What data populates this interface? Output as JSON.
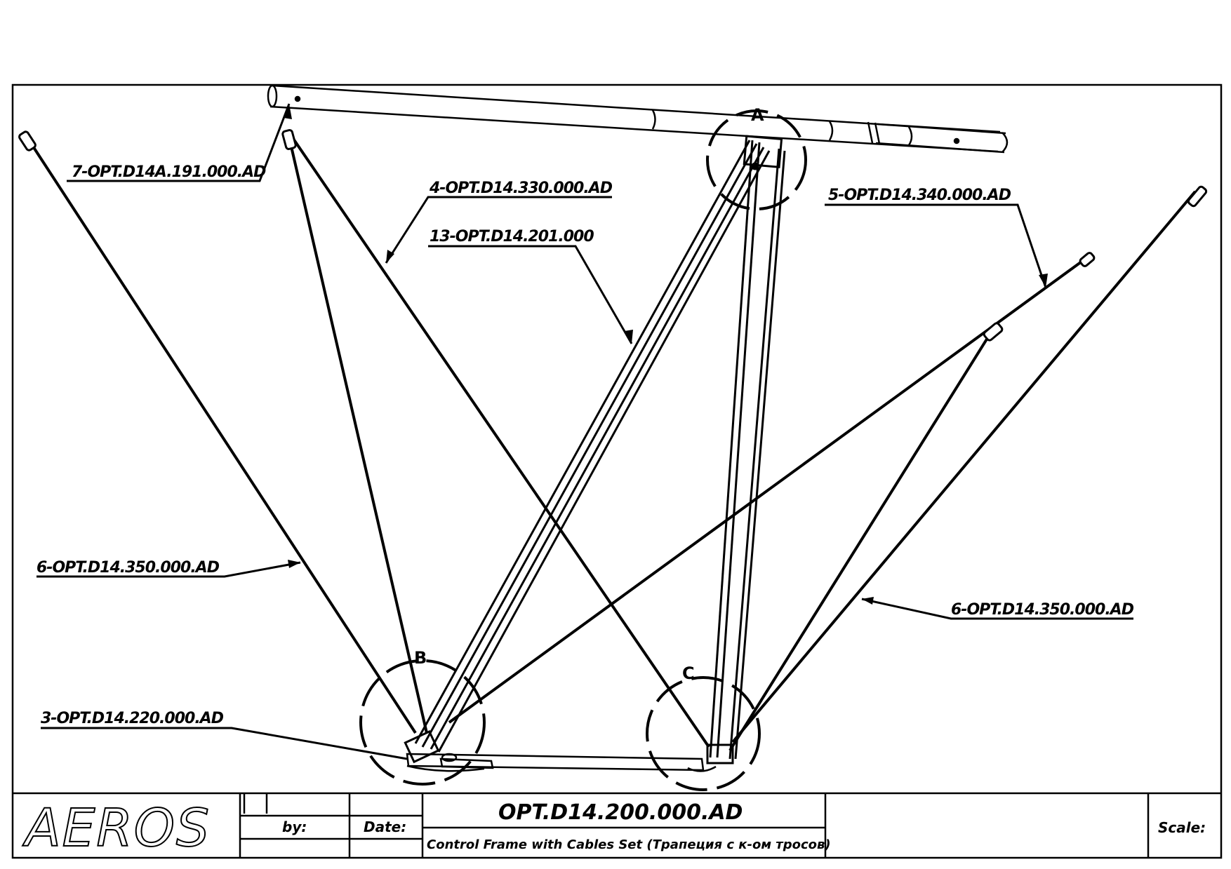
{
  "drawing": {
    "part_labels": [
      "7-OPT.D14A.191.000.AD",
      "4-OPT.D14.330.000.AD",
      "13-OPT.D14.201.000",
      "5-OPT.D14.340.000.AD",
      "6-OPT.D14.350.000.AD",
      "6-OPT.D14.350.000.AD",
      "3-OPT.D14.220.000.AD"
    ],
    "detail_markers": [
      "A",
      "B",
      "C"
    ]
  },
  "title_block": {
    "logo": "AEROS",
    "by_label": "by:",
    "date_label": "Date:",
    "drawing_number": "OPT.D14.200.000.AD",
    "description": "Control Frame with Cables Set (Трапеция с к-ом тросов)",
    "scale_label": "Scale:"
  }
}
